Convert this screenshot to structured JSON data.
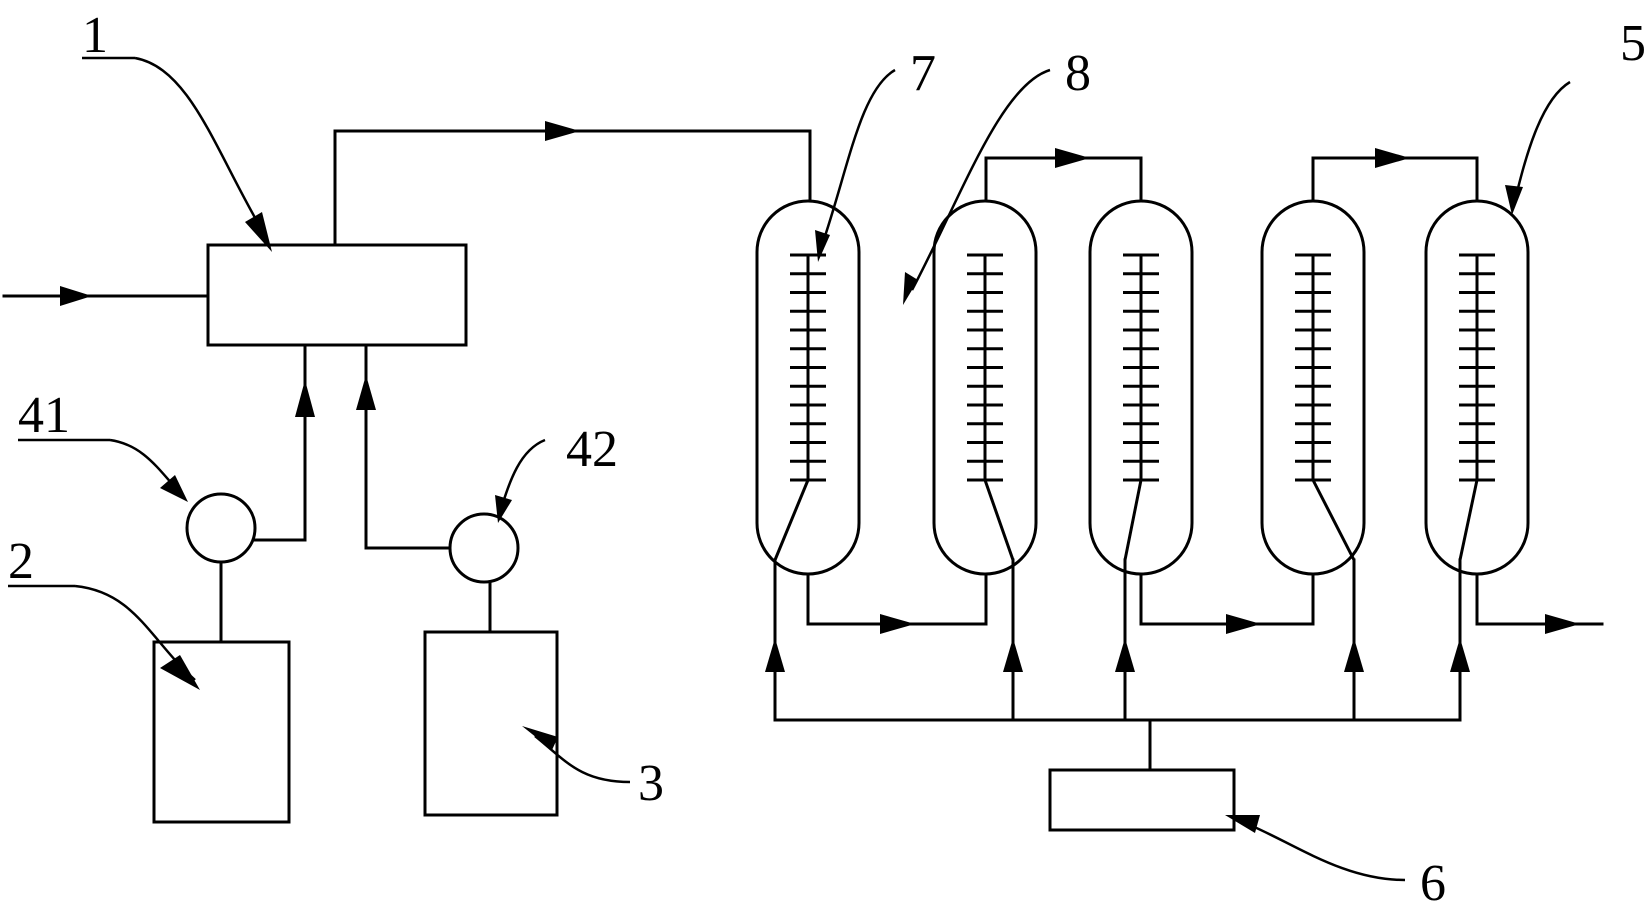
{
  "labels": {
    "l1": "1",
    "l2": "2",
    "l3": "3",
    "l41": "41",
    "l42": "42",
    "l5": "5",
    "l6": "6",
    "l7": "7",
    "l8": "8"
  }
}
